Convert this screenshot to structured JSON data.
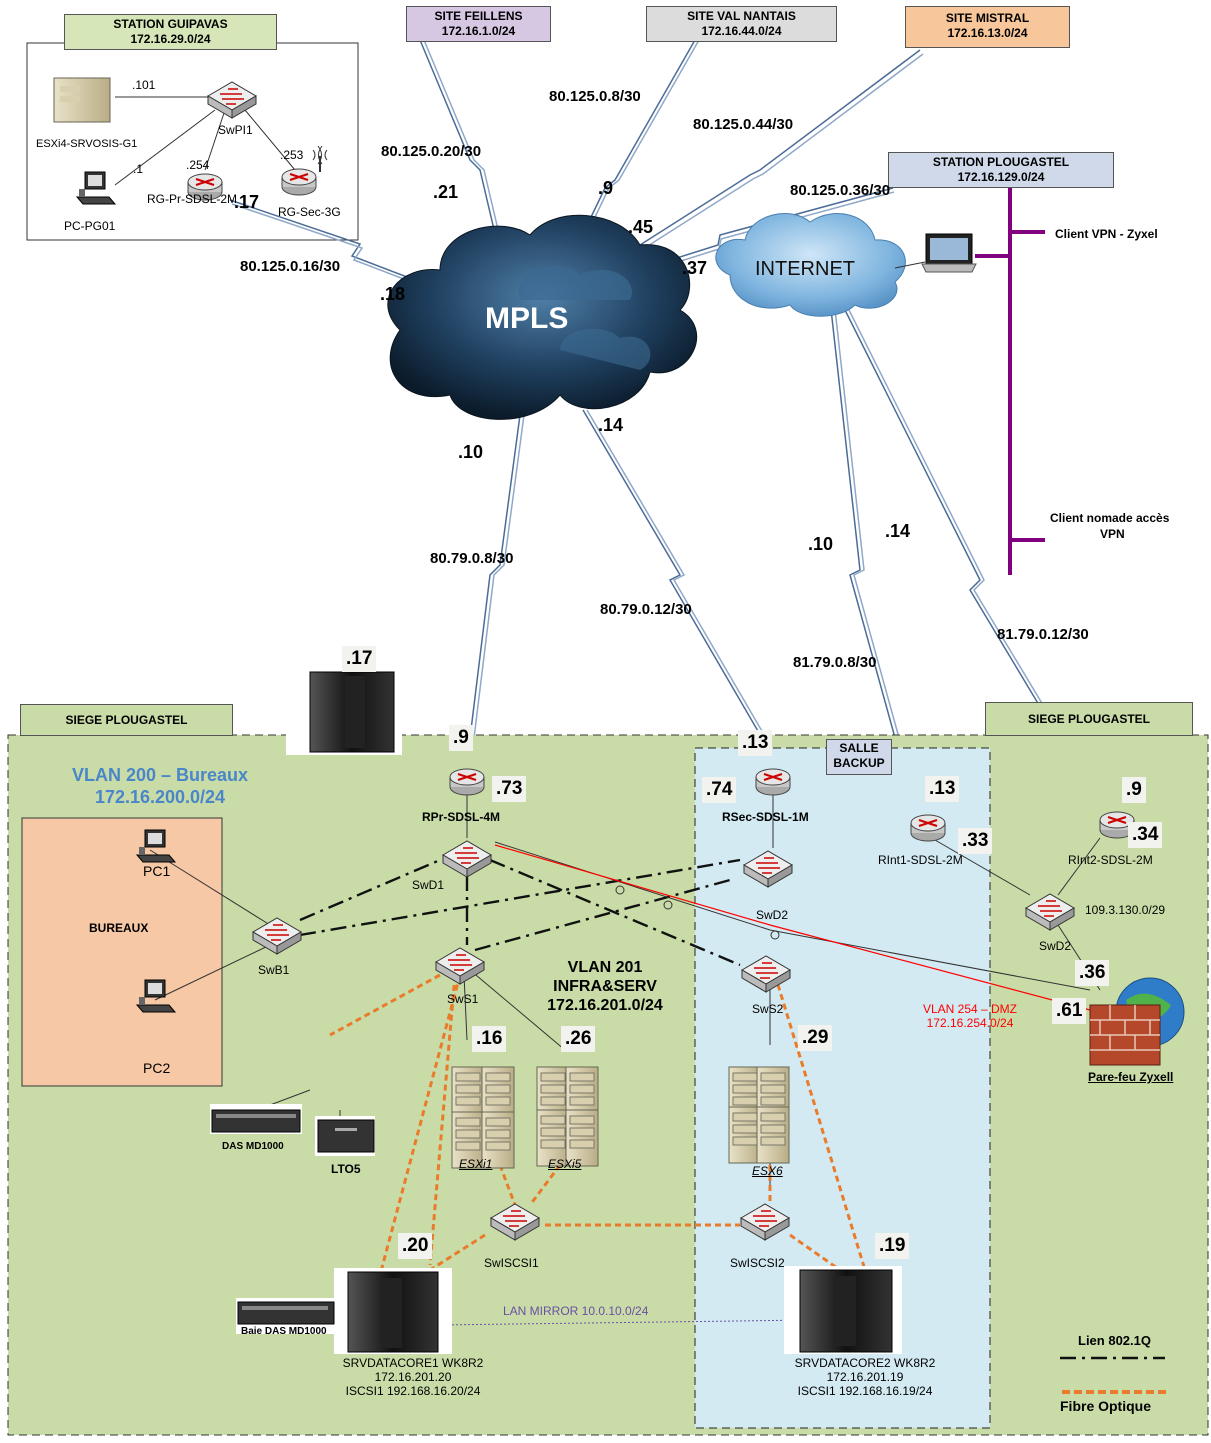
{
  "sites": {
    "guipavas": {
      "name": "STATION GUIPAVAS",
      "net": "172.16.29.0/24"
    },
    "feillens": {
      "name": "SITE FEILLENS",
      "net": "172.16.1.0/24"
    },
    "valnantais": {
      "name": "SITE VAL NANTAIS",
      "net": "172.16.44.0/24"
    },
    "mistral": {
      "name": "SITE MISTRAL",
      "net": "172.16.13.0/24"
    },
    "plougastel_station": {
      "name": "STATION PLOUGASTEL",
      "net": "172.16.129.0/24"
    },
    "siege_left": "SIEGE PLOUGASTEL",
    "siege_right": "SIEGE PLOUGASTEL",
    "salle_backup": "SALLE BACKUP"
  },
  "colors": {
    "guipavas": "#d6e6b8",
    "feillens": "#d6c7e3",
    "valnantais": "#dcdcdc",
    "mistral": "#f7c79b",
    "plougastel": "#cfd9ea",
    "siege": "#c9dca8",
    "backup": "#d3eaf2",
    "bureaux": "#f7c8a6",
    "fibre": "#e97b2a",
    "vlan_blue": "#4a86c8",
    "dmz_red": "#ff0000",
    "mirror": "#6a4fa3"
  },
  "links": {
    "guip": "80.125.0.16/30",
    "feil": "80.125.0.20/30",
    "valn": "80.125.0.8/30",
    "mist": "80.125.0.44/30",
    "ploug": "80.125.0.36/30",
    "l8": "80.79.0.8/30",
    "l12": "80.79.0.12/30",
    "i8": "81.79.0.8/30",
    "i12": "81.79.0.12/30",
    "sub109": "109.3.130.0/29"
  },
  "ips": {
    "g101": ".101",
    "g1": ".1",
    "g254": ".254",
    "g253": ".253",
    "g17": ".17",
    "m18": ".18",
    "m21": ".21",
    "m9": ".9",
    "m45": ".45",
    "m37": ".37",
    "m10": ".10",
    "m14": ".14",
    "i10": ".10",
    "i14": ".14",
    "r9": ".9",
    "r73": ".73",
    "r13": ".13",
    "r74": ".74",
    "ri13": ".13",
    "ri33": ".33",
    "ri9": ".9",
    "ri34": ".34",
    "s36": ".36",
    "f61": ".61",
    "d17": ".17",
    "e16": ".16",
    "e26": ".26",
    "e29": ".29",
    "c20": ".20",
    "c19": ".19"
  },
  "clouds": {
    "mpls": "MPLS",
    "internet": "INTERNET"
  },
  "vpn": {
    "c1": "Client VPN - Zyxel",
    "c2a": "Client nomade accès",
    "c2b": "VPN"
  },
  "devices": {
    "esxi4": "ESXi4-SRVOSIS-G1",
    "swpi1": "SwPI1",
    "pcpg01": "PC-PG01",
    "rgpr": "RG-Pr-SDSL-2M",
    "rgsec": "RG-Sec-3G",
    "rpr": "RPr-SDSL-4M",
    "rsec": "RSec-SDSL-1M",
    "rint1": "RInt1-SDSL-2M",
    "rint2": "RInt2-SDSL-2M",
    "swd1": "SwD1",
    "swd2": "SwD2",
    "swd2b": "SwD2",
    "swb1": "SwB1",
    "sws1": "SwS1",
    "sws2": "SwS2",
    "pc1": "PC1",
    "pc2": "PC2",
    "bureaux": "BUREAUX",
    "das": "DAS MD1000",
    "lto": "LTO5",
    "esxi1": "ESXi1",
    "esxi5": "ESXi5",
    "esx6": "ESX6",
    "swiscsi1": "SwISCSI1",
    "swiscsi2": "SwISCSI2",
    "baie": "Baie DAS MD1000",
    "fw": "Pare-feu Zyxell",
    "srv1a": "SRVDATACORE1 WK8R2",
    "srv1b": "172.16.201.20",
    "srv1c": "ISCSI1 192.168.16.20/24",
    "srv2a": "SRVDATACORE2 WK8R2",
    "srv2b": "172.16.201.19",
    "srv2c": "ISCSI1 192.168.16.19/24"
  },
  "vlans": {
    "v200a": "VLAN 200 – Bureaux",
    "v200b": "172.16.200.0/24",
    "v201a": "VLAN 201",
    "v201b": "INFRA&SERV",
    "v201c": "172.16.201.0/24",
    "v254a": "VLAN 254 – DMZ",
    "v254b": "172.16.254.0/24",
    "mirror": "LAN MIRROR 10.0.10.0/24"
  },
  "legend": {
    "l8021q": "Lien 802.1Q",
    "fibre": "Fibre Optique"
  }
}
